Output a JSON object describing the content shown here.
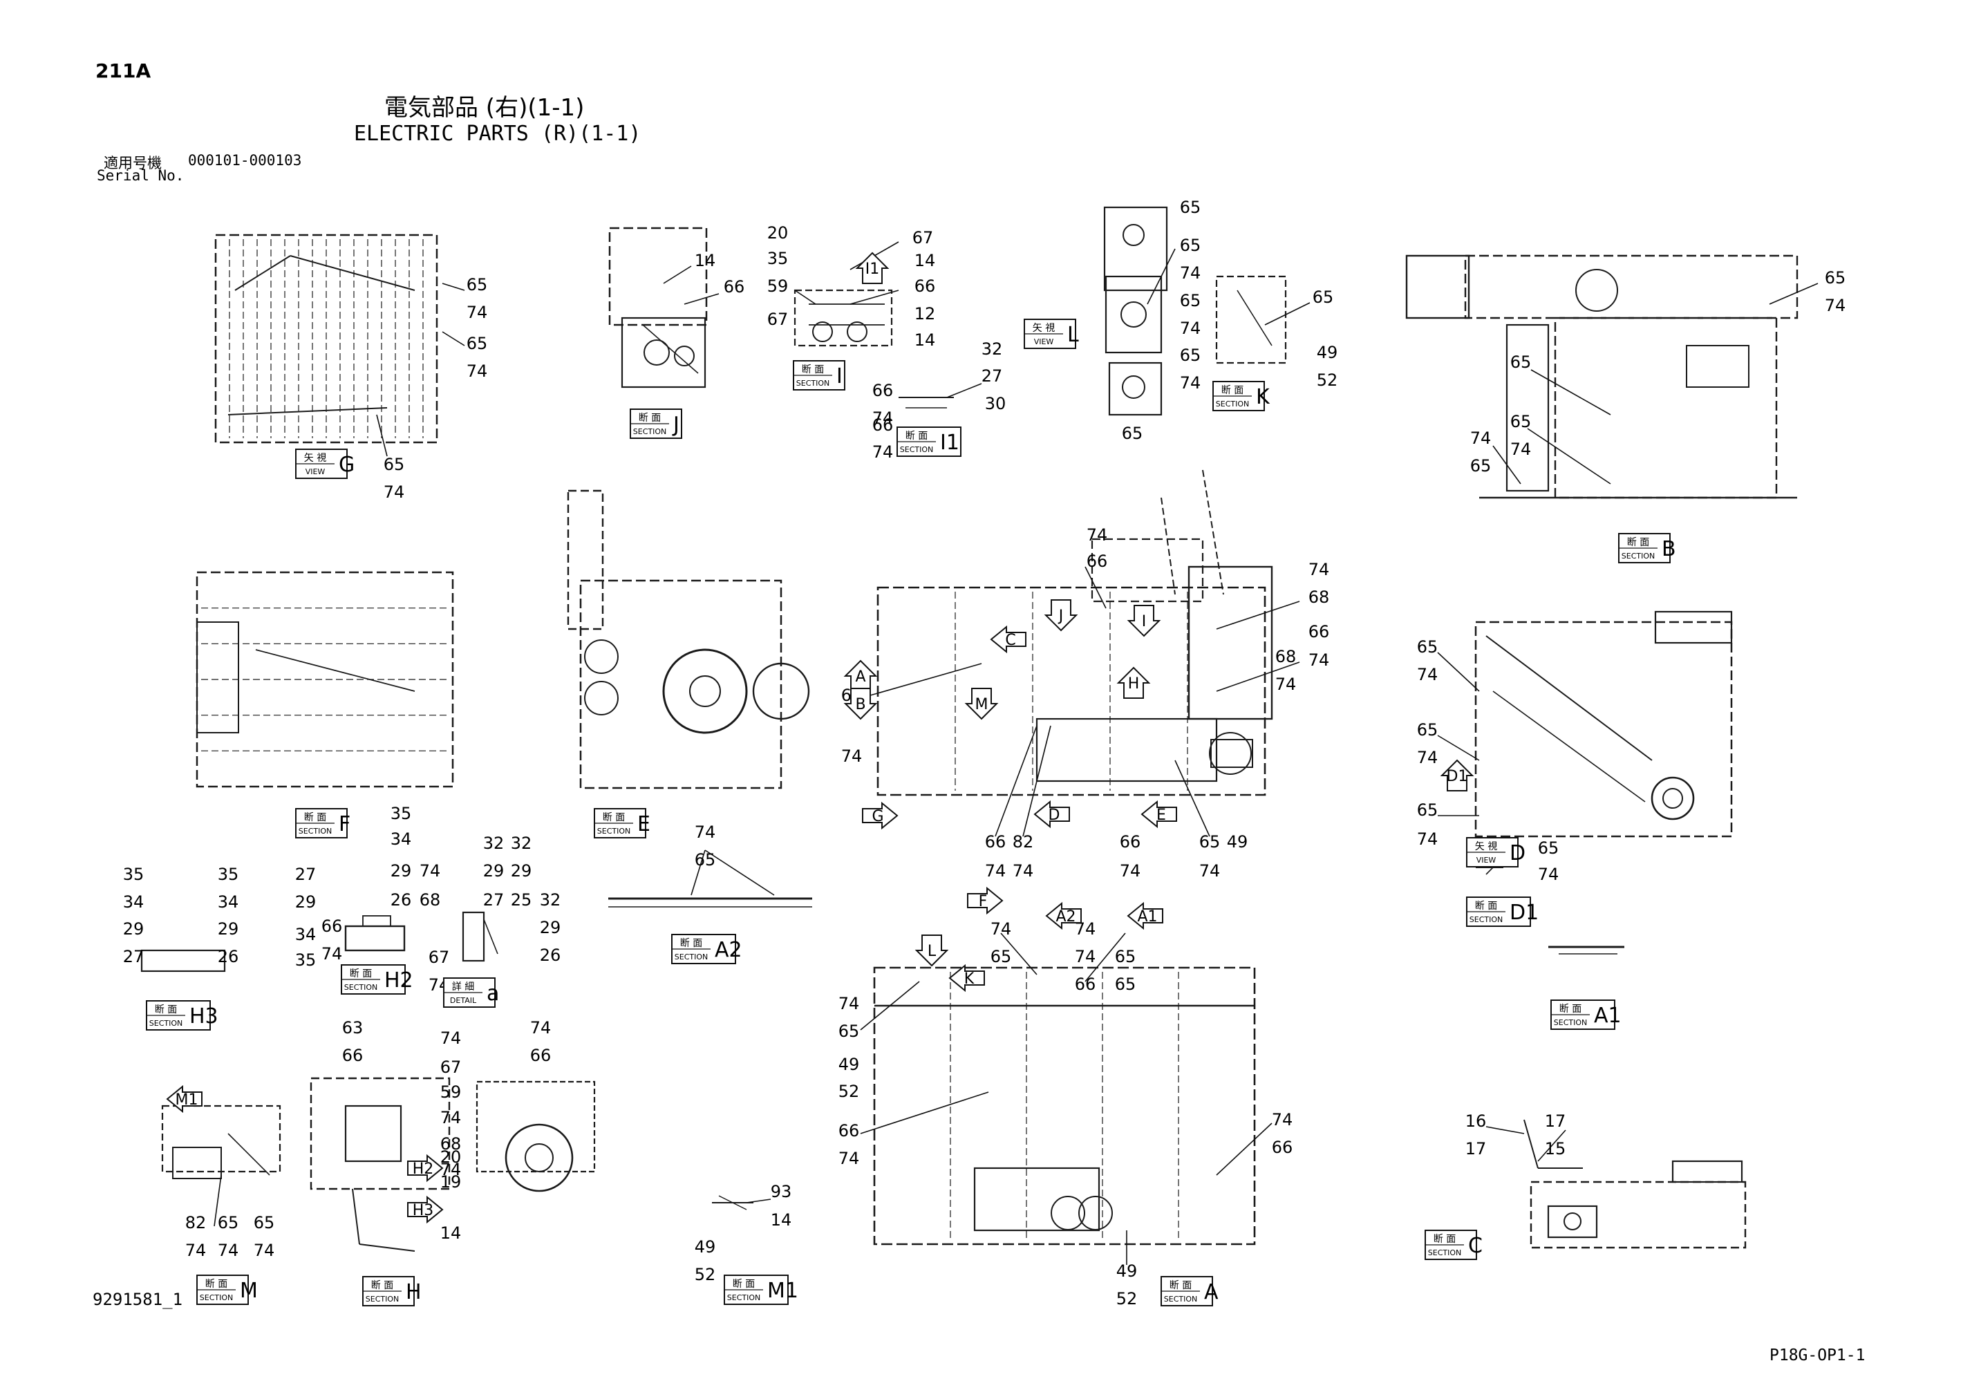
{
  "header": {
    "page_code": "211A",
    "title_jp": "電気部品 (右)(1-1)",
    "title_en": "ELECTRIC PARTS (R)(1-1)",
    "serial_label_jp": "適用号機",
    "serial_range": "000101-000103",
    "serial_label_en": "Serial No."
  },
  "footer": {
    "drawing_number": "9291581_1",
    "page_ref": "P18G-OP1-1"
  },
  "tag_words": {
    "section_jp": "断 面",
    "section_en": "SECTION",
    "view_jp": "矢 視",
    "view_en": "VIEW",
    "detail_jp": "詳 細",
    "detail_en": "DETAIL"
  },
  "view_tags": [
    {
      "letter": "G",
      "kind": "view"
    },
    {
      "letter": "J",
      "kind": "section"
    },
    {
      "letter": "I",
      "kind": "section"
    },
    {
      "letter": "I1",
      "kind": "section"
    },
    {
      "letter": "L",
      "kind": "view"
    },
    {
      "letter": "K",
      "kind": "section"
    },
    {
      "letter": "B",
      "kind": "section"
    },
    {
      "letter": "F",
      "kind": "section"
    },
    {
      "letter": "E",
      "kind": "section"
    },
    {
      "letter": "D",
      "kind": "view"
    },
    {
      "letter": "D1",
      "kind": "section"
    },
    {
      "letter": "A2",
      "kind": "section"
    },
    {
      "letter": "H2",
      "kind": "section"
    },
    {
      "letter": "a",
      "kind": "detail"
    },
    {
      "letter": "H3",
      "kind": "section"
    },
    {
      "letter": "A1",
      "kind": "section"
    },
    {
      "letter": "M",
      "kind": "section"
    },
    {
      "letter": "H",
      "kind": "section"
    },
    {
      "letter": "M1",
      "kind": "section"
    },
    {
      "letter": "A",
      "kind": "section"
    },
    {
      "letter": "C",
      "kind": "section"
    }
  ],
  "view_arrows": [
    "A",
    "B",
    "C",
    "J",
    "I",
    "H",
    "M",
    "G",
    "D",
    "E",
    "F",
    "A2",
    "A1",
    "L",
    "K",
    "I1",
    "D1",
    "M1",
    "H2",
    "H3"
  ],
  "callouts": [
    "65",
    "74",
    "65",
    "74",
    "65",
    "74",
    "14",
    "66",
    "20",
    "35",
    "59",
    "67",
    "14",
    "67",
    "66",
    "12",
    "14",
    "32",
    "27",
    "30",
    "66",
    "74",
    "66",
    "74",
    "65",
    "65",
    "74",
    "65",
    "74",
    "65",
    "74",
    "65",
    "49",
    "52",
    "65",
    "65",
    "74",
    "65",
    "65",
    "74",
    "74",
    "65",
    "74",
    "66",
    "74",
    "68",
    "66",
    "74",
    "68",
    "74",
    "66",
    "74",
    "66",
    "74",
    "82",
    "74",
    "66",
    "74",
    "65",
    "74",
    "49",
    "65",
    "74",
    "65",
    "74",
    "65",
    "74",
    "65",
    "74",
    "74",
    "65",
    "35",
    "34",
    "29",
    "26",
    "74",
    "68",
    "32",
    "32",
    "29",
    "29",
    "27",
    "25",
    "32",
    "29",
    "26",
    "67",
    "74",
    "27",
    "29",
    "34",
    "35",
    "66",
    "74",
    "35",
    "34",
    "29",
    "27",
    "35",
    "34",
    "29",
    "26",
    "74",
    "65",
    "74",
    "74",
    "65",
    "66",
    "65",
    "74",
    "65",
    "49",
    "52",
    "66",
    "74",
    "74",
    "66",
    "49",
    "52",
    "63",
    "66",
    "74",
    "67",
    "59",
    "74",
    "68",
    "74",
    "20",
    "19",
    "14",
    "74",
    "66",
    "82",
    "74",
    "65",
    "74",
    "65",
    "74",
    "93",
    "14",
    "49",
    "52",
    "16",
    "17",
    "17",
    "15"
  ]
}
